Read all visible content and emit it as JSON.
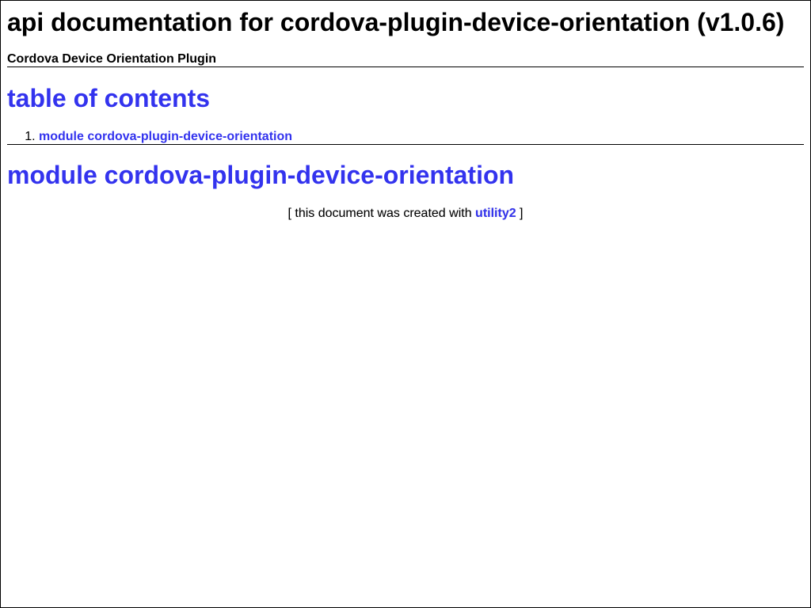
{
  "header": {
    "title": "api documentation for cordova-plugin-device-orientation (v1.0.6)",
    "subtitle": "Cordova Device Orientation Plugin"
  },
  "toc": {
    "title": "table of contents",
    "items": [
      {
        "number": "1.",
        "label": "module cordova-plugin-device-orientation"
      }
    ]
  },
  "module": {
    "title": "module cordova-plugin-device-orientation"
  },
  "footer": {
    "prefix": "[ this document was created with ",
    "link_label": "utility2",
    "suffix": " ]"
  },
  "colors": {
    "link": "#3333ee",
    "text": "#000000",
    "background": "#ffffff"
  }
}
